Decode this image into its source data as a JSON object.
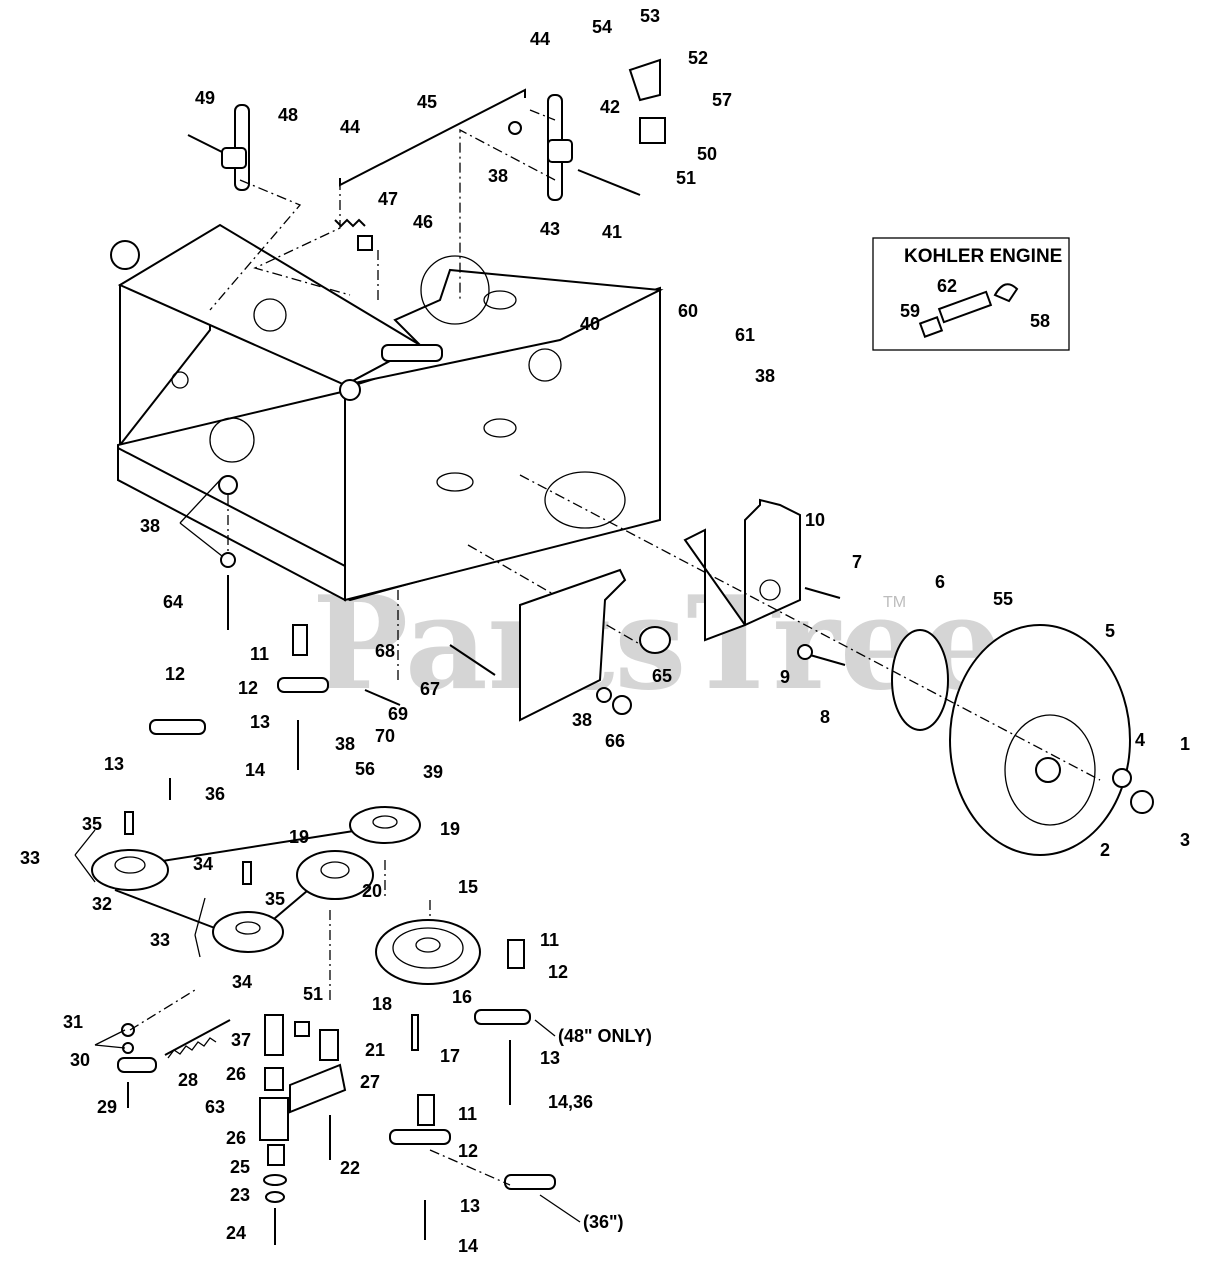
{
  "inset": {
    "title": "KOHLER ENGINE",
    "labels": [
      "59",
      "62",
      "58"
    ]
  },
  "watermark": {
    "text": "PartsTree",
    "tm": "TM"
  },
  "notes": {
    "n48": "(48\" ONLY)",
    "n36": "(36\")"
  },
  "callouts": [
    "53",
    "54",
    "52",
    "57",
    "44",
    "42",
    "50",
    "51",
    "49",
    "48",
    "45",
    "44",
    "38",
    "43",
    "41",
    "47",
    "46",
    "40",
    "60",
    "61",
    "38",
    "10",
    "7",
    "6",
    "55",
    "5",
    "38",
    "64",
    "11",
    "12",
    "13",
    "14",
    "68",
    "69",
    "70",
    "67",
    "65",
    "38",
    "66",
    "9",
    "8",
    "4",
    "1",
    "2",
    "3",
    "12",
    "13",
    "36",
    "38",
    "56",
    "39",
    "19",
    "35",
    "19",
    "33",
    "34",
    "32",
    "35",
    "20",
    "15",
    "33",
    "34",
    "11",
    "12",
    "18",
    "16",
    "17",
    "31",
    "30",
    "28",
    "29",
    "51",
    "37",
    "21",
    "26",
    "27",
    "63",
    "26",
    "25",
    "23",
    "24",
    "22",
    "13",
    "14,36",
    "11",
    "12",
    "13",
    "14"
  ]
}
